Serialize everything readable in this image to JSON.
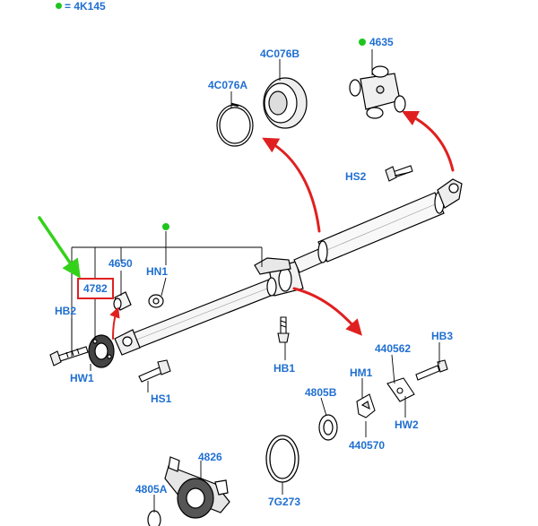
{
  "legend": {
    "marker_color": "#1ec51e",
    "text": "= 4K145"
  },
  "colors": {
    "label": "#1f6fd1",
    "arrow_red": "#e02020",
    "arrow_green": "#34d11a",
    "line": "#000000"
  },
  "parts": {
    "p4635": "4635",
    "p4C076B": "4C076B",
    "p4C076A": "4C076A",
    "pHS2": "HS2",
    "p4650": "4650",
    "pHN1": "HN1",
    "p4782": "4782",
    "pHB2": "HB2",
    "pHW1": "HW1",
    "pHS1": "HS1",
    "pHB1": "HB1",
    "p440562": "440562",
    "pHB3": "HB3",
    "pHM1": "HM1",
    "p4805B": "4805B",
    "p440570": "440570",
    "pHW2": "HW2",
    "p4826": "4826",
    "p4805A": "4805A",
    "p7G273": "7G273"
  }
}
